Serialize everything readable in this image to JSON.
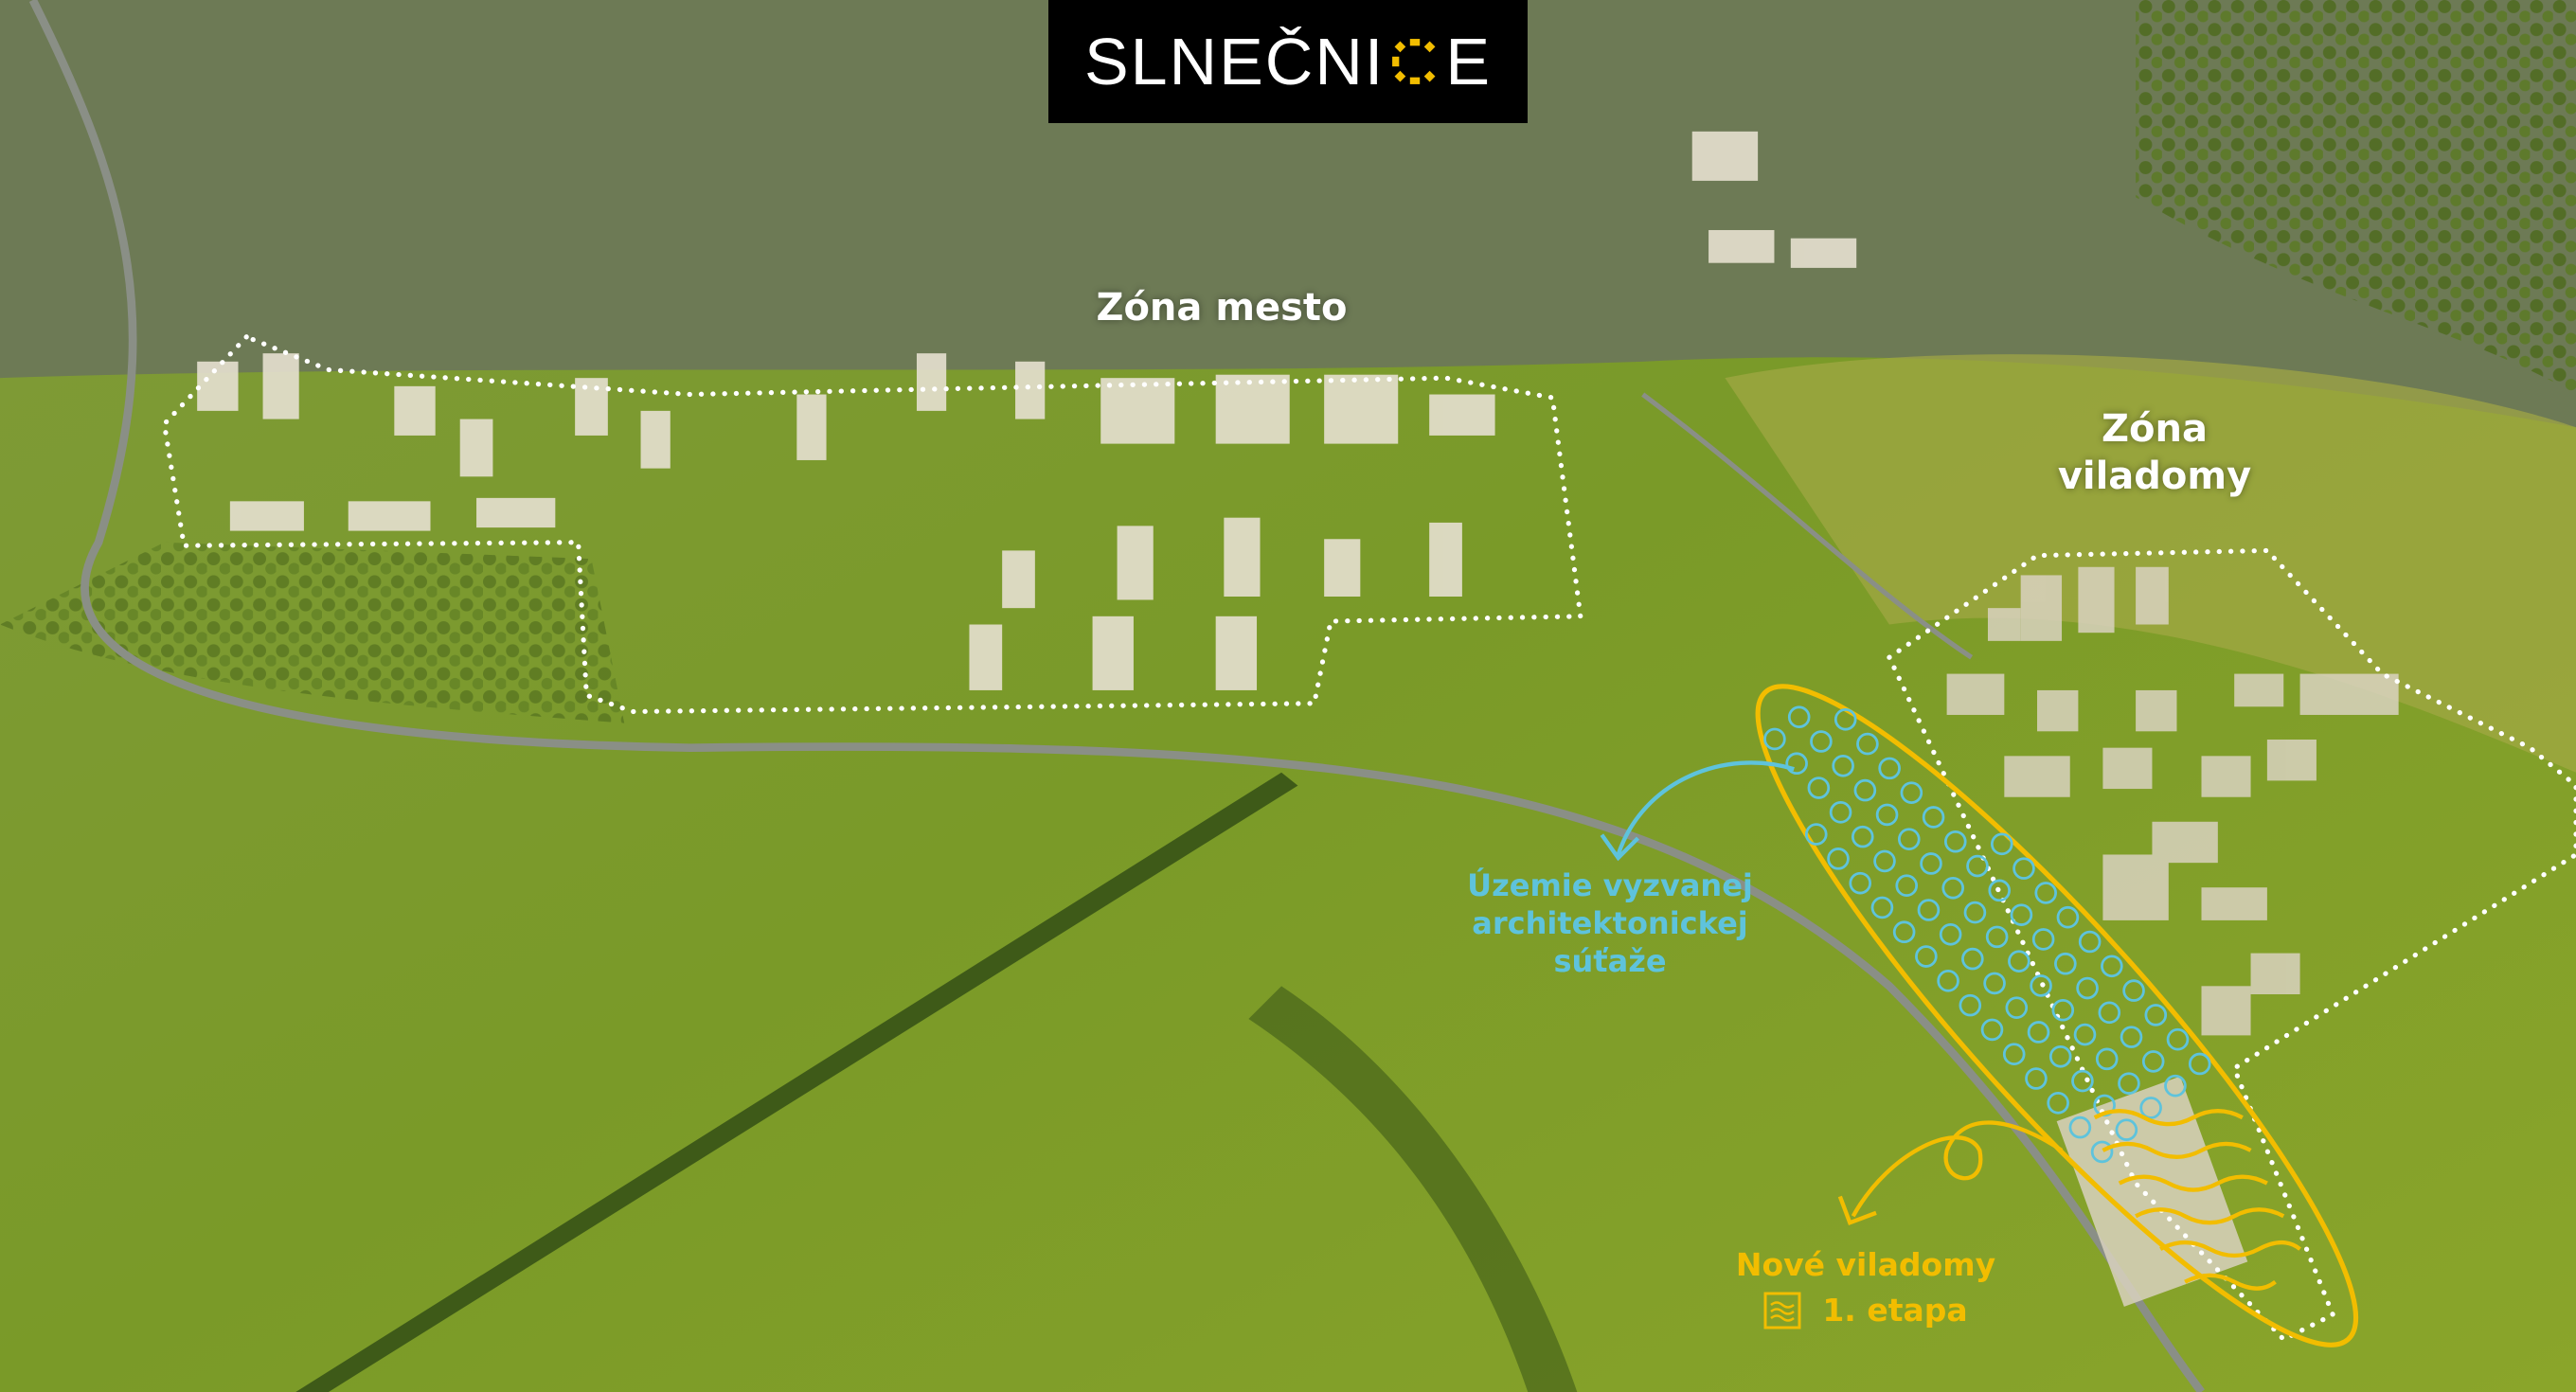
{
  "logo": {
    "text_left": "SLNEČNI",
    "text_right": "E",
    "full": "SLNEČNICE",
    "sun_color": "#f2bd00"
  },
  "zones": {
    "mesto": "Zóna mesto",
    "viladomy_line1": "Zóna",
    "viladomy_line2": "viladomy"
  },
  "competition": {
    "line1": "Územie vyzvanej",
    "line2": "architektonickej",
    "line3": "súťaže",
    "color": "#5ec3dc"
  },
  "new_villas": {
    "line1": "Nové viladomy",
    "line2": "1. etapa",
    "icon": "waves-icon",
    "color": "#f2bd00"
  }
}
